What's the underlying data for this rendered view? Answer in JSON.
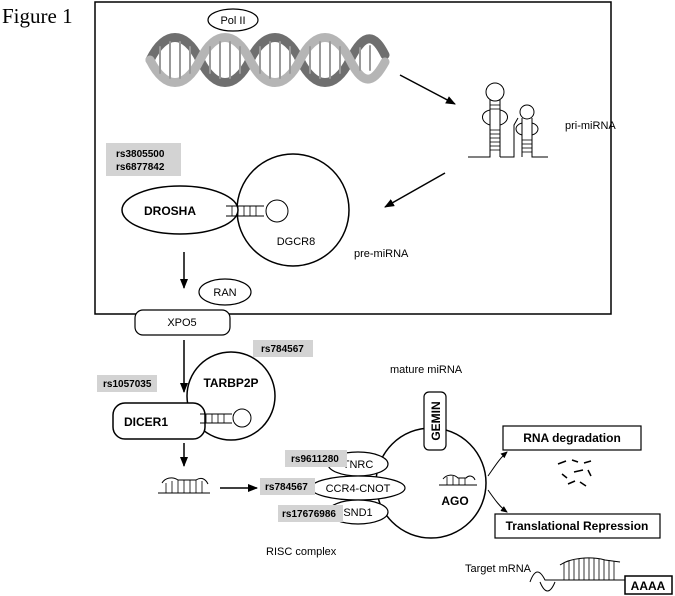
{
  "figure": {
    "label": "Figure 1"
  },
  "nucleus": {
    "pol2": "Pol II",
    "pri_mirna": "pri-miRNA",
    "drosha_snps": [
      "rs3805500",
      "rs6877842"
    ],
    "drosha": "DROSHA",
    "dgcr8": "DGCR8",
    "pre_mirna": "pre-miRNA"
  },
  "export": {
    "ran": "RAN",
    "xpo5": "XPO5"
  },
  "dicer_step": {
    "tarbp2p_snp": "rs784567",
    "dicer_snp": "rs1057035",
    "tarbp2p": "TARBP2P",
    "dicer1": "DICER1"
  },
  "risc": {
    "mature_mirna": "mature miRNA",
    "gemin": "GEMIN",
    "ago": "AGO",
    "tnrc": "TNRC",
    "ccr4_cnot": "CCR4-CNOT",
    "snd1": "SND1",
    "tnrc_snp": "rs9611280",
    "cnot_snp": "rs784567",
    "snd1_snp": "rs17676986",
    "complex_label": "RISC complex"
  },
  "outcomes": {
    "rna_degradation": "RNA degradation",
    "translational_repression": "Translational Repression",
    "target_mrna": "Target mRNA",
    "polya": "AAAA"
  }
}
